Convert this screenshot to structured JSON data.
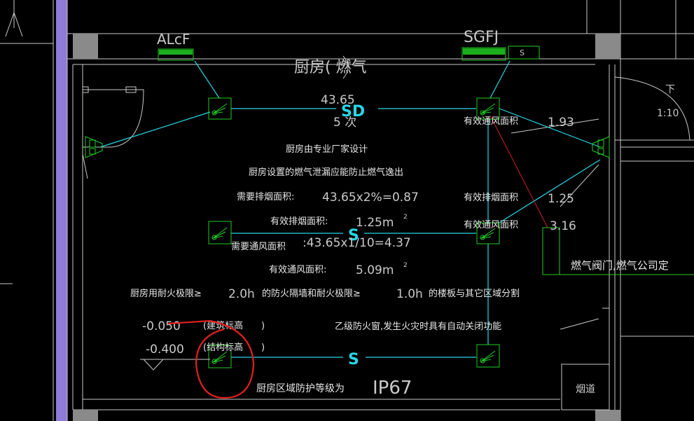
{
  "title": "厨房( 燃气",
  "area_value": "43.65",
  "times_value": "5 次",
  "label_alcf": "ALcF",
  "label_sgfj": "SGFJ",
  "label_s_box": "S",
  "label_down": "下",
  "label_slope": "1:10",
  "label_flue": "烟道",
  "duct_labels": {
    "sd": "SD",
    "s_mid": "S",
    "s_bottom": "S"
  },
  "notes": {
    "designer": "厨房由专业厂家设计",
    "leak": "厨房设置的燃气泄漏应能防止燃气逸出",
    "need_smoke_label": "需要排烟面积:",
    "need_smoke_formula": "43.65x2%=0.87",
    "eff_smoke_label": "有效排烟面积:",
    "eff_smoke_value": "1.25m",
    "need_vent_label": "需要通风面积",
    "need_vent_formula": ":43.65x1/10=4.37",
    "eff_vent_label": "有效通风面积:",
    "eff_vent_value": "5.09m",
    "sup2": "2",
    "fire_a": "厨房用耐火极限≥",
    "fire_b": "2.0h",
    "fire_c": "的防火隔墙和耐火极限≥",
    "fire_d": "1.0h",
    "fire_e": "的楼板与其它区域分割",
    "window": "乙级防火窗,发生火灾时具有自动关闭功能",
    "elev1_value": "-0.050",
    "elev1_label": "(建筑标高",
    "elev1_close": ")",
    "elev2_value": "-0.400",
    "elev2_label": "(结构标高",
    "elev2_close": ")",
    "protect": "厨房区域防护等级为",
    "ip": "IP67"
  },
  "right_labels": {
    "eff_vent1": "有效通风面积",
    "v1": "1.93",
    "eff_smoke": "有效排烟面积",
    "v2": "1.25",
    "eff_vent2": "有效通风面积",
    "v3": "3.16",
    "gas_valve": "燃气阀门,燃气公司定"
  },
  "colors": {
    "duct": "#26d7e6",
    "fixture": "#22cc22",
    "wall": "#c9c9c9",
    "purple": "#8f7cd8",
    "red": "#e02020",
    "leader": "#cc2222"
  }
}
